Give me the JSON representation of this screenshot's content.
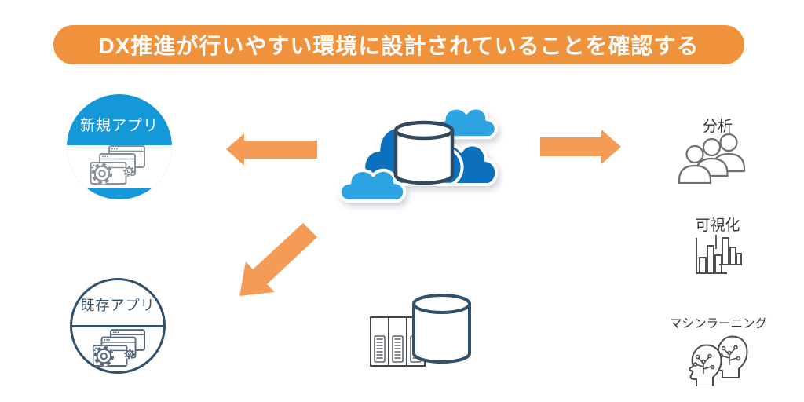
{
  "banner": {
    "text": "DX推進が行いやすい環境に設計されていることを確認する"
  },
  "nodes": {
    "new_apps": {
      "label": "新規アプリ",
      "style": "filled-blue-circle",
      "icon": "app-windows-gear-icon"
    },
    "existing_apps": {
      "label": "既存アプリ",
      "style": "outlined-navy-circle",
      "icon": "app-windows-gear-icon"
    }
  },
  "center": {
    "top_icon": "cloud-database-icon",
    "bottom_icon": "server-database-icon"
  },
  "right_items": [
    {
      "label": "分析",
      "icon": "people-group-icon"
    },
    {
      "label": "可視化",
      "icon": "bar-chart-icon"
    },
    {
      "label": "マシンラーニング",
      "icon": "machine-learning-heads-icon"
    }
  ],
  "arrows": [
    {
      "direction": "left",
      "from": "cloud-database",
      "to": "new-apps"
    },
    {
      "direction": "right",
      "from": "cloud-database",
      "to": "analysis-items"
    },
    {
      "direction": "down-left",
      "from": "cloud-database",
      "to": "existing-apps"
    }
  ],
  "colors": {
    "banner_orange": "#F0913C",
    "arrow_orange": "#F49C55",
    "node_blue": "#1598D7",
    "navy": "#31506B",
    "cloud_dark_blue": "#0D70BC",
    "cloud_light_blue": "#2EA3E2"
  }
}
